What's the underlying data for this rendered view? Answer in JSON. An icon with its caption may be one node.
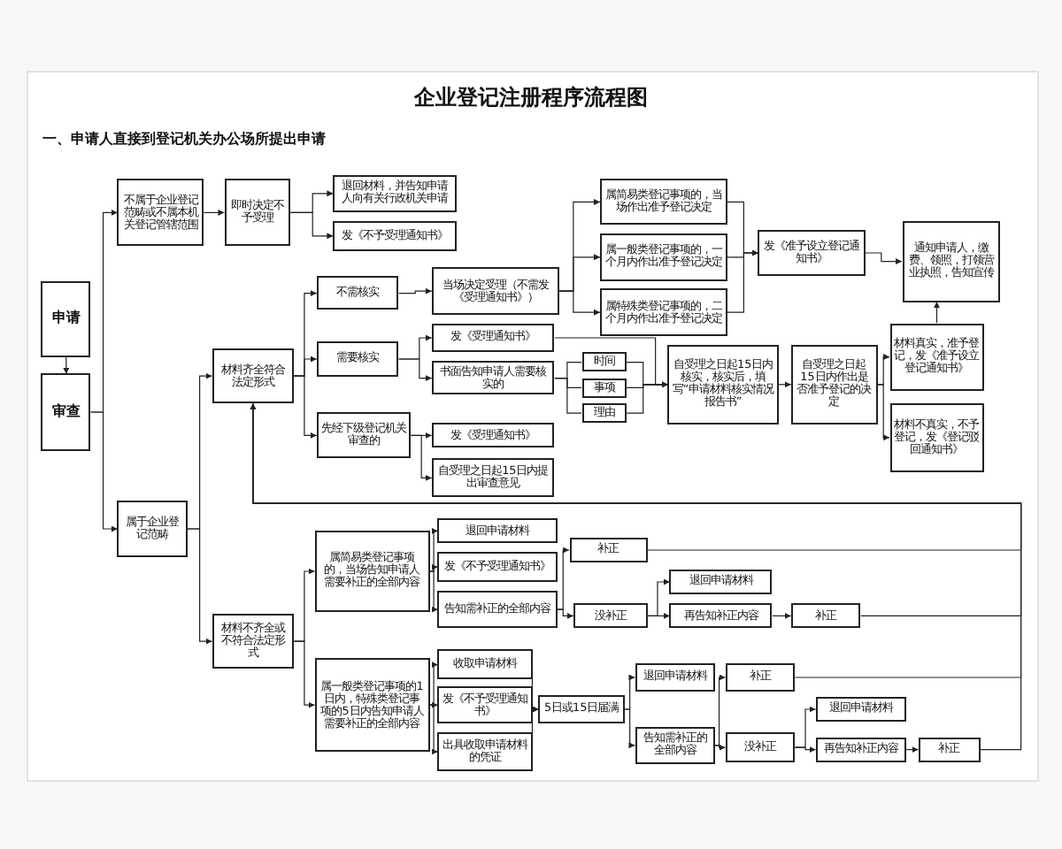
{
  "diagram": {
    "title": "企业登记注册程序流程图",
    "nodes": [
      {
        "text": [
          "申请"
        ]
      },
      {
        "text": [
          "审查"
        ]
      },
      {
        "text": [
          "不属于企业登记范畴或不属本机关登记管辖范围"
        ]
      },
      {
        "text": [
          "即时决定不予受理"
        ]
      },
      {
        "text": [
          "退回材料，并告知申请人向有关行政机关申请"
        ]
      },
      {
        "text": [
          "发《不予受理通知书》"
        ]
      },
      {
        "text": [
          "属于企业登记范畴"
        ]
      },
      {
        "text": [
          "材料齐全符合法定形式"
        ]
      },
      {
        "text": [
          "不需核实"
        ]
      },
      {
        "text": [
          "当场决定受理（不需发《受理通知书》）"
        ]
      },
      {
        "text": [
          "需要核实"
        ]
      },
      {
        "text": [
          "发《受理通知书》"
        ]
      },
      {
        "text": [
          "书面告知申请人需要核实的"
        ]
      },
      {
        "text": [
          "时间"
        ]
      },
      {
        "text": [
          "事项"
        ]
      },
      {
        "text": [
          "理由"
        ]
      },
      {
        "text": [
          "自受理之日起15日内核实，核实后，填写“申请材料核实情况报告书”"
        ]
      },
      {
        "text": [
          "自受理之日起15日内作出是否准予登记的决定"
        ]
      },
      {
        "text": [
          "材料真实，准予登记，发《准予设立登记通知书》"
        ]
      },
      {
        "text": [
          "材料不真实，不予登记，发《登记驳回通知书》"
        ]
      },
      {
        "text": [
          "先经下级登记机关审查的"
        ]
      },
      {
        "text": [
          "发《受理通知书》"
        ]
      },
      {
        "text": [
          "自受理之日起15日内提出审查意见"
        ]
      },
      {
        "text": [
          "属简易类登记事项的，当场作出准予登记决定"
        ]
      },
      {
        "text": [
          "属一般类登记事项的，一个月内作出准予登记决定"
        ]
      },
      {
        "text": [
          "属特殊类登记事项的，二个月内作出准予登记决定"
        ]
      },
      {
        "text": [
          "发《准予设立登记通知书》"
        ]
      },
      {
        "text": [
          "通知申请人，缴费、领照，打领营业执照，告知宣传"
        ]
      },
      {
        "text": [
          "材料不齐全或不符合法定形式"
        ]
      },
      {
        "text": [
          "属简易类登记事项的，当场告知申请人需要补正的全部内容"
        ]
      },
      {
        "text": [
          "退回申请材料"
        ]
      },
      {
        "text": [
          "发《不予受理通知书》"
        ]
      },
      {
        "text": [
          "告知需补正的全部内容"
        ]
      },
      {
        "text": [
          "补正"
        ]
      },
      {
        "text": [
          "没补正"
        ]
      },
      {
        "text": [
          "退回申请材料"
        ]
      },
      {
        "text": [
          "再告知补正内容"
        ]
      },
      {
        "text": [
          "补正"
        ]
      },
      {
        "text": [
          "属一般类登记事项的1日内，特殊类登记事项的5日内告知申请人需要补正的全部内容"
        ]
      },
      {
        "text": [
          "收取申请材料"
        ]
      },
      {
        "text": [
          "发《不予受理通知书》"
        ]
      },
      {
        "text": [
          "出具收取申请材料的凭证"
        ]
      },
      {
        "text": [
          "5日或15日届满"
        ]
      },
      {
        "text": [
          "退回申请材料"
        ]
      },
      {
        "text": [
          "告知需补正的全部内容"
        ]
      },
      {
        "text": [
          "补正"
        ]
      },
      {
        "text": [
          "没补正"
        ]
      },
      {
        "text": [
          "退回申请材料"
        ]
      },
      {
        "text": [
          "再告知补正内容"
        ]
      },
      {
        "text": [
          "补正"
        ]
      }
    ],
    "edges": [
      {
        "from": 0,
        "to": 1,
        "arrow": "to"
      },
      {
        "from": 1,
        "to": 2,
        "arrow": "to"
      },
      {
        "from": 1,
        "to": 6,
        "arrow": "to"
      },
      {
        "from": 2,
        "to": 3,
        "arrow": "to"
      },
      {
        "from": 3,
        "to": 4,
        "arrow": "to"
      },
      {
        "from": 3,
        "to": 5,
        "arrow": "to"
      },
      {
        "from": 6,
        "to": 7,
        "arrow": "to"
      },
      {
        "from": 6,
        "to": 28,
        "arrow": "to"
      },
      {
        "from": 7,
        "to": 8,
        "arrow": "to"
      },
      {
        "from": 7,
        "to": 10,
        "arrow": "to"
      },
      {
        "from": 7,
        "to": 20,
        "arrow": "to"
      },
      {
        "from": 8,
        "to": 9,
        "arrow": "to"
      },
      {
        "from": 9,
        "to": 23,
        "arrow": "to"
      },
      {
        "from": 9,
        "to": 24,
        "arrow": "to"
      },
      {
        "from": 9,
        "to": 25,
        "arrow": "to"
      },
      {
        "from": 23,
        "to": 26,
        "arrow": "to"
      },
      {
        "from": 24,
        "to": 26,
        "arrow": "to"
      },
      {
        "from": 25,
        "to": 26,
        "arrow": "to"
      },
      {
        "from": 26,
        "to": 27,
        "arrow": "to"
      },
      {
        "from": 10,
        "to": 11,
        "arrow": "to"
      },
      {
        "from": 10,
        "to": 12,
        "arrow": "to"
      },
      {
        "from": 11,
        "to": 16,
        "arrow": "to"
      },
      {
        "from": 12,
        "to": 13,
        "arrow": "none"
      },
      {
        "from": 12,
        "to": 14,
        "arrow": "none"
      },
      {
        "from": 12,
        "to": 15,
        "arrow": "none"
      },
      {
        "from": 13,
        "to": 16,
        "arrow": "to"
      },
      {
        "from": 14,
        "to": 16,
        "arrow": "to"
      },
      {
        "from": 15,
        "to": 16,
        "arrow": "to"
      },
      {
        "from": 16,
        "to": 17,
        "arrow": "to"
      },
      {
        "from": 17,
        "to": 18,
        "arrow": "to"
      },
      {
        "from": 17,
        "to": 19,
        "arrow": "to"
      },
      {
        "from": 18,
        "to": 27,
        "arrow": "to"
      },
      {
        "from": 20,
        "to": 21,
        "arrow": "to"
      },
      {
        "from": 20,
        "to": 22,
        "arrow": "to"
      },
      {
        "from": 28,
        "to": 29,
        "arrow": "to"
      },
      {
        "from": 28,
        "to": 38,
        "arrow": "to"
      },
      {
        "from": 29,
        "to": 30,
        "arrow": "to"
      },
      {
        "from": 29,
        "to": 31,
        "arrow": "to"
      },
      {
        "from": 29,
        "to": 32,
        "arrow": "to"
      },
      {
        "from": 32,
        "to": 33,
        "arrow": "to"
      },
      {
        "from": 32,
        "to": 34,
        "arrow": "to"
      },
      {
        "from": 34,
        "to": 35,
        "arrow": "to"
      },
      {
        "from": 34,
        "to": 36,
        "arrow": "to"
      },
      {
        "from": 36,
        "to": 37,
        "arrow": "to"
      },
      {
        "from": 33,
        "to": 7,
        "arrow": "to"
      },
      {
        "from": 37,
        "to": 7,
        "arrow": "to"
      },
      {
        "from": 38,
        "to": 39,
        "arrow": "to"
      },
      {
        "from": 38,
        "to": 40,
        "arrow": "to"
      },
      {
        "from": 38,
        "to": 41,
        "arrow": "to"
      },
      {
        "from": 39,
        "to": 42,
        "arrow": "to"
      },
      {
        "from": 40,
        "to": 42,
        "arrow": "to"
      },
      {
        "from": 41,
        "to": 42,
        "arrow": "to"
      },
      {
        "from": 42,
        "to": 43,
        "arrow": "to"
      },
      {
        "from": 42,
        "to": 44,
        "arrow": "to"
      },
      {
        "from": 44,
        "to": 45,
        "arrow": "to"
      },
      {
        "from": 44,
        "to": 46,
        "arrow": "to"
      },
      {
        "from": 46,
        "to": 47,
        "arrow": "to"
      },
      {
        "from": 46,
        "to": 48,
        "arrow": "to"
      },
      {
        "from": 48,
        "to": 49,
        "arrow": "to"
      },
      {
        "from": 45,
        "to": 7,
        "arrow": "to"
      },
      {
        "from": 49,
        "to": 7,
        "arrow": "to"
      }
    ],
    "labels": [
      "一、申请人直接到登记机关办公场所提出申请"
    ]
  }
}
